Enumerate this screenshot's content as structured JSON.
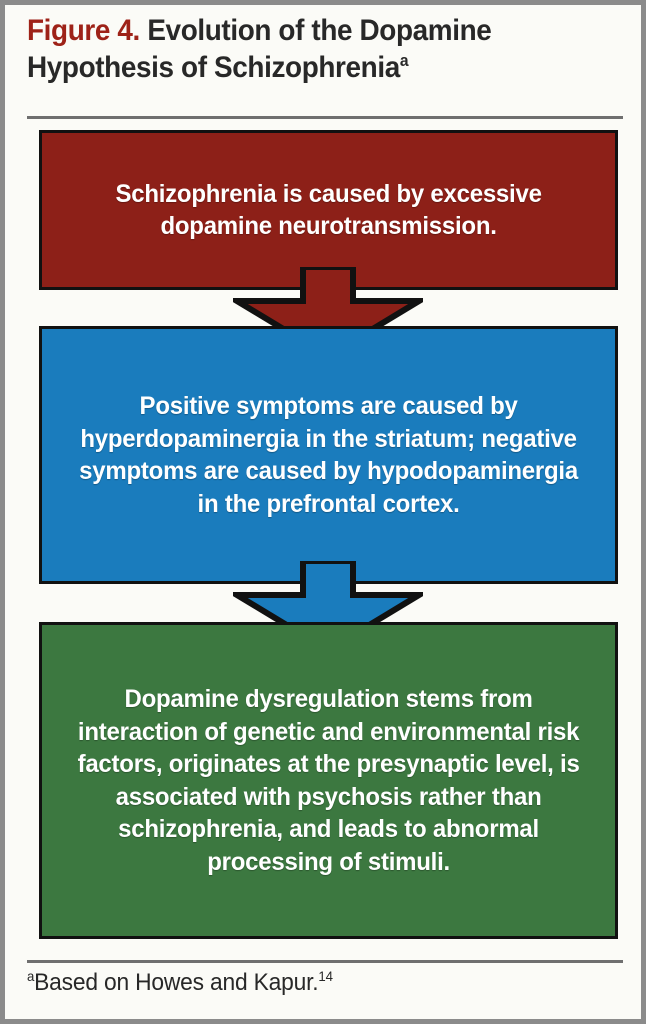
{
  "figure": {
    "label": "Figure 4.",
    "title": " Evolution of the Dopamine Hypothesis of Schizophrenia",
    "title_superscript": "a",
    "label_color": "#9e2218",
    "title_color": "#282828",
    "background_color": "#fbfbf7",
    "border_color": "#8b8b8b"
  },
  "flow": {
    "steps": [
      {
        "id": "step-1",
        "text": "Schizophrenia is caused by excessive dopamine neurotransmission.",
        "fill_color": "#8d2018",
        "text_color": "#ffffff"
      },
      {
        "id": "step-2",
        "text": "Positive symptoms are caused by hyperdopaminergia in the striatum; negative symptoms are caused by hypodopaminergia in the prefrontal cortex.",
        "fill_color": "#1a7cbd",
        "text_color": "#ffffff"
      },
      {
        "id": "step-3",
        "text": "Dopamine dysregulation stems from interaction of genetic and environmental risk factors, originates at the presynaptic level, is associated with psychosis rather than schizophrenia, and leads to abnormal processing of stimuli.",
        "fill_color": "#3c7840",
        "text_color": "#ffffff"
      }
    ],
    "connectors": [
      {
        "id": "connector-1",
        "from": "step-1",
        "to": "step-2",
        "direction": "down",
        "fill_color": "#8d2018"
      },
      {
        "id": "connector-2",
        "from": "step-2",
        "to": "step-3",
        "direction": "down",
        "fill_color": "#1a7cbd"
      }
    ]
  },
  "footnote": {
    "marker": "a",
    "text": "Based on Howes and Kapur.",
    "reference": "14"
  }
}
